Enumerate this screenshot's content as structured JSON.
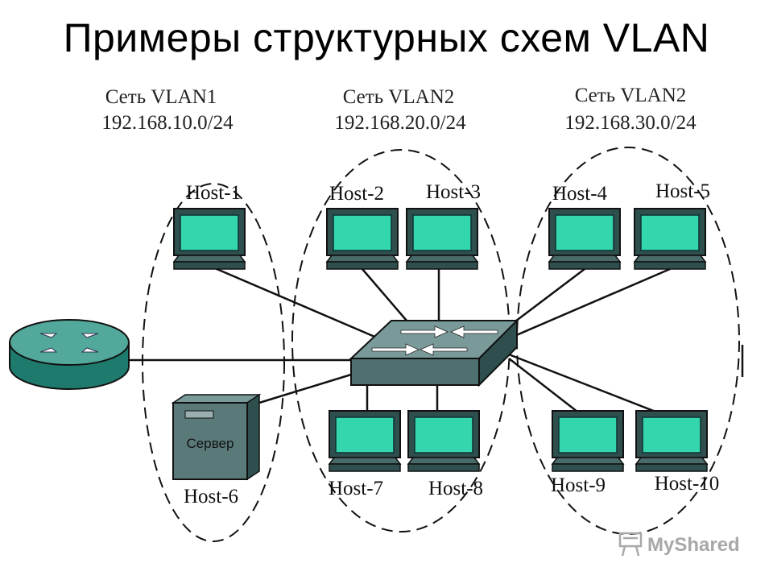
{
  "title": "Примеры структурных схем VLAN",
  "networks": [
    {
      "name": "Сеть VLAN1",
      "subnet": "192.168.10.0/24"
    },
    {
      "name": "Сеть VLAN2",
      "subnet": "192.168.20.0/24"
    },
    {
      "name": "Сеть VLAN2",
      "subnet": "192.168.30.0/24"
    }
  ],
  "hosts": [
    "Host-1",
    "Host-2",
    "Host-3",
    "Host-4",
    "Host-5",
    "Host-6",
    "Host-7",
    "Host-8",
    "Host-9",
    "Host-10"
  ],
  "server_label": "Сервер",
  "watermark": "MyShared",
  "colors": {
    "screen": "#33d6ad",
    "device_dark": "#2f4f4f",
    "device_mid": "#5a7a7a",
    "router_top": "#52a89a"
  }
}
